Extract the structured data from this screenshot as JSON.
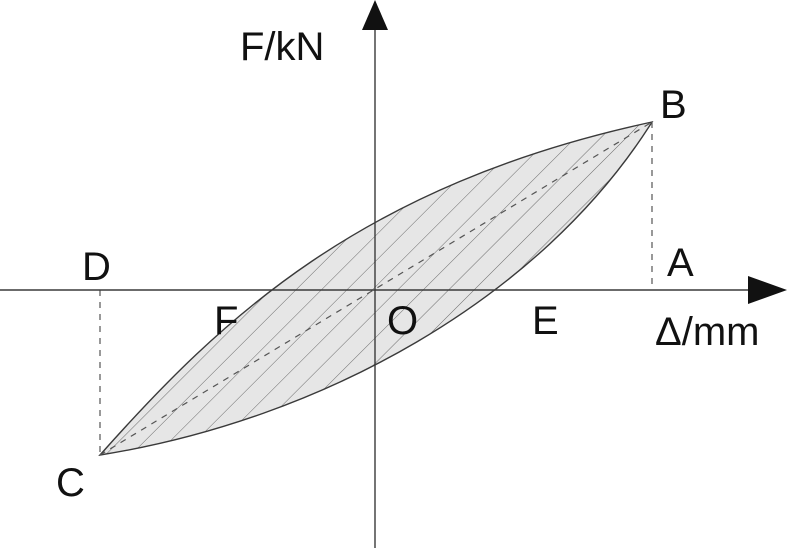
{
  "axes": {
    "y_label": "F/kN",
    "x_label": "Δ/mm"
  },
  "points": {
    "A": "A",
    "B": "B",
    "C": "C",
    "D": "D",
    "E": "E",
    "F": "F",
    "O": "O"
  },
  "colors": {
    "stroke": "#3a3a3a",
    "hatch": "#6a6a6a",
    "fill": "#e6e6e6",
    "text": "#111111"
  }
}
